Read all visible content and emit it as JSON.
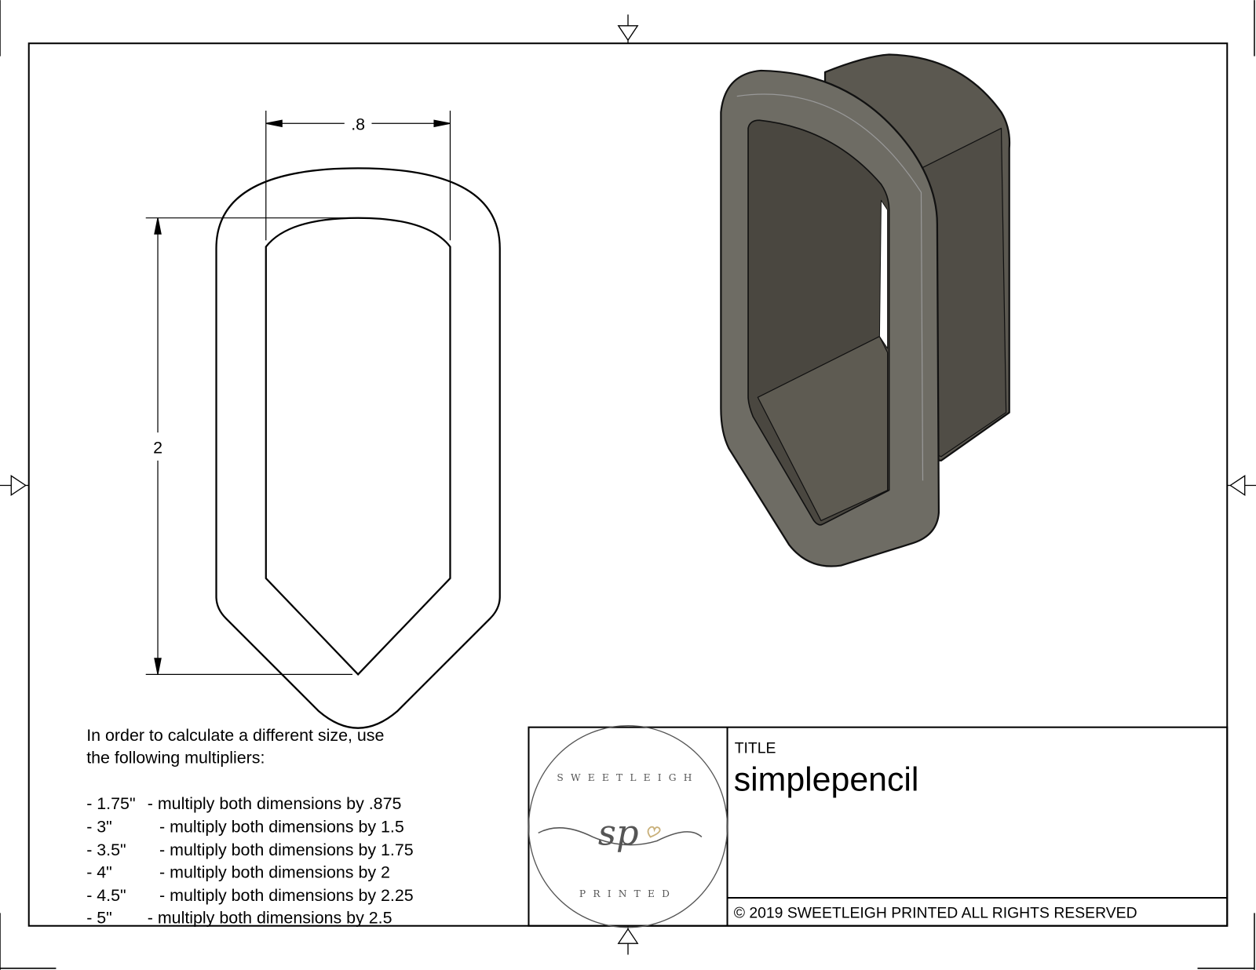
{
  "drawing": {
    "dimension_width": ".8",
    "dimension_height": "2"
  },
  "notes": {
    "intro_line1": "In order to calculate a different size, use",
    "intro_line2": "the following multipliers:",
    "multipliers": [
      {
        "size": "- 1.75\"",
        "text": "- multiply both dimensions by .875"
      },
      {
        "size": "- 3\"",
        "text": "- multiply both dimensions by 1.5"
      },
      {
        "size": "- 3.5\"",
        "text": "- multiply both dimensions by 1.75"
      },
      {
        "size": "- 4\"",
        "text": "- multiply both dimensions by 2"
      },
      {
        "size": "- 4.5\"",
        "text": "- multiply both dimensions by 2.25"
      },
      {
        "size": "- 5\"",
        "text": "- multiply both dimensions by 2.5"
      }
    ]
  },
  "title_block": {
    "title_label": "TITLE",
    "title": "simplepencil",
    "copyright": "© 2019  SWEETLEIGH PRINTED  ALL RIGHTS RESERVED",
    "logo": {
      "top_text": "SWEETLEIGH",
      "monogram": "sp",
      "bottom_text": "PRINTED",
      "accent_color": "#c9b07a"
    }
  },
  "colors": {
    "model_dark": "#4a4740",
    "model_face": "#6e6c64",
    "line": "#000000"
  }
}
